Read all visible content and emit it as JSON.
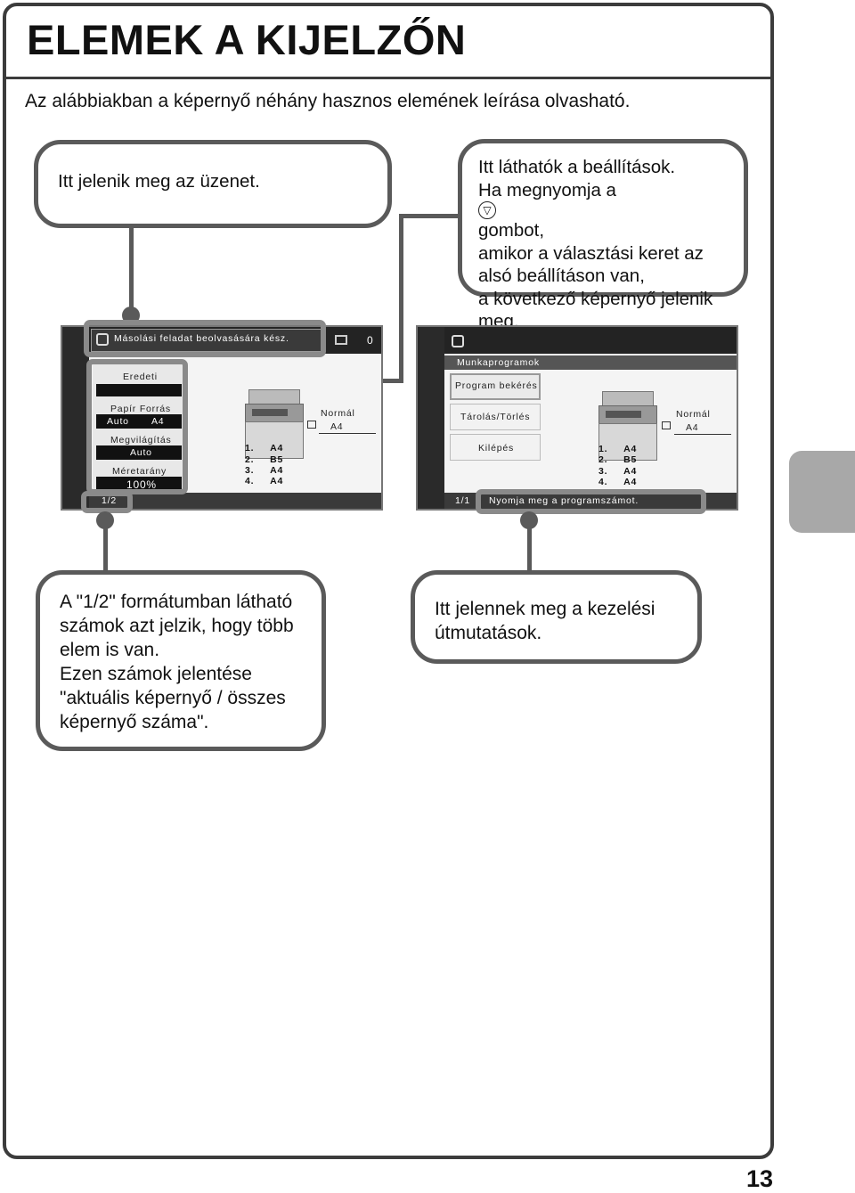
{
  "header": {
    "title": "ELEMEK A KIJELZŐN"
  },
  "intro": "Az alábbiakban a képernyő néhány hasznos elemének leírása olvasható.",
  "callouts": {
    "message": "Itt jelenik meg az üzenet.",
    "settings": {
      "line1": "Itt láthatók a beállítások.",
      "line2a": "Ha megnyomja a",
      "button_symbol": "▽",
      "line2b": "gombot,",
      "line3": "amikor a választási keret az",
      "line4": "alsó beállításon van,",
      "line5": "a következő képernyő jelenik",
      "line6": "meg."
    },
    "page_count": {
      "line1": "A \"1/2\" formátumban látható",
      "line2": "számok azt jelzik, hogy több",
      "line3": "elem is van.",
      "line4": "Ezen számok jelentése",
      "line5": "\"aktuális képernyő / összes",
      "line6": "képernyő száma\"."
    },
    "guidance": {
      "line1": "Itt jelennek meg a kezelési",
      "line2": "útmutatások."
    }
  },
  "screen_left": {
    "message": "Másolási feladat beolvasására kész.",
    "counter": "0",
    "items": [
      {
        "label": "Eredeti",
        "value": ""
      },
      {
        "label": "Papír Forrás",
        "value_a": "Auto",
        "value_b": "A4"
      },
      {
        "label": "Megvilágítás",
        "value": "Auto"
      },
      {
        "label": "Méretarány",
        "value": "100%"
      }
    ],
    "right_label": "Normál",
    "right_size": "A4",
    "trays": [
      {
        "num": "1.",
        "size": "A4"
      },
      {
        "num": "2.",
        "size": "B5"
      },
      {
        "num": "3.",
        "size": "A4"
      },
      {
        "num": "4.",
        "size": "A4"
      }
    ],
    "page": "1/2"
  },
  "screen_right": {
    "heading": "Munkaprogramok",
    "items": [
      "Program bekérés",
      "Tárolás/Törlés",
      "Kilépés"
    ],
    "right_label": "Normál",
    "right_size": "A4",
    "trays": [
      {
        "num": "1.",
        "size": "A4"
      },
      {
        "num": "2.",
        "size": "B5"
      },
      {
        "num": "3.",
        "size": "A4"
      },
      {
        "num": "4.",
        "size": "A4"
      }
    ],
    "page": "1/1",
    "guidance": "Nyomja meg a programszámot."
  },
  "footer": {
    "page_number": "13"
  }
}
